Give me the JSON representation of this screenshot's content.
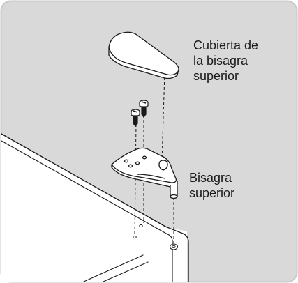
{
  "labels": {
    "top_hinge_cover": {
      "lines": [
        "Cubierta de",
        "la bisagra",
        "superior"
      ]
    },
    "top_hinge": {
      "lines": [
        "Bisagra",
        "superior"
      ]
    }
  },
  "colors": {
    "panel_background": "#d9d9d9",
    "panel_border": "#c8c8c8",
    "refrigerator_body": "#ffffff",
    "line": "#1a1a1a",
    "text": "#1a1a1a"
  },
  "icons": [
    "top-hinge-cover-icon",
    "hinge-screw-icon",
    "top-hinge-icon",
    "hinge-pin-icon"
  ]
}
